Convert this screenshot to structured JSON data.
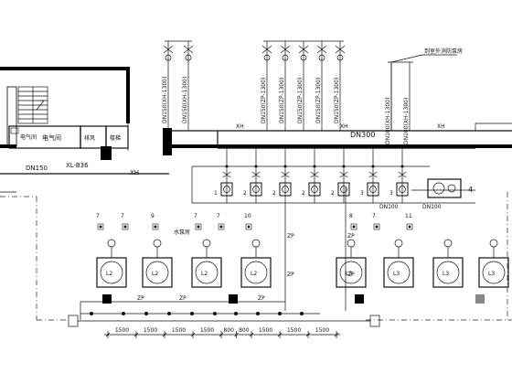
{
  "left_pipe": {
    "size": "DN150",
    "tag": "XL-B36",
    "xh": "XH"
  },
  "rooms": {
    "electric": "电气间",
    "exhaust": "排风",
    "stair": "楼梯"
  },
  "pump_room": "水泵房",
  "main_pipe": {
    "label": "DN300",
    "xh": "XH"
  },
  "risers": [
    {
      "label": "DN150(XH-1300)"
    },
    {
      "label": "DN150(XH-1300)"
    },
    {
      "label": "DN150(ZP-1300)"
    },
    {
      "label": "DN150(ZP-1300)"
    },
    {
      "label": "DN150(ZP-1300)"
    },
    {
      "label": "DN150(ZP-1300)"
    },
    {
      "label": "DN150(ZP-1300)"
    },
    {
      "label": "DN100(XH-1300)"
    },
    {
      "label": "DN100(XH-1300)"
    }
  ],
  "note": "到室外消防泵房",
  "branch_pipes": [
    "DN100",
    "DN100"
  ],
  "pipe_codes": {
    "zp": "ZP",
    "xh": "XH"
  },
  "pump_tags": [
    "1",
    "2",
    "2",
    "2",
    "2",
    "3",
    "3",
    "4"
  ],
  "valve_tags": [
    "7",
    "7",
    "9",
    "7",
    "7",
    "10",
    "8",
    "7",
    "11"
  ],
  "tanks": [
    "L2",
    "L2",
    "L2",
    "L2",
    "L3",
    "L3",
    "L3",
    "L3"
  ],
  "dimensions": [
    "1500",
    "1500",
    "1500",
    "1500",
    "800",
    "800",
    "1500",
    "1500",
    "1500"
  ]
}
